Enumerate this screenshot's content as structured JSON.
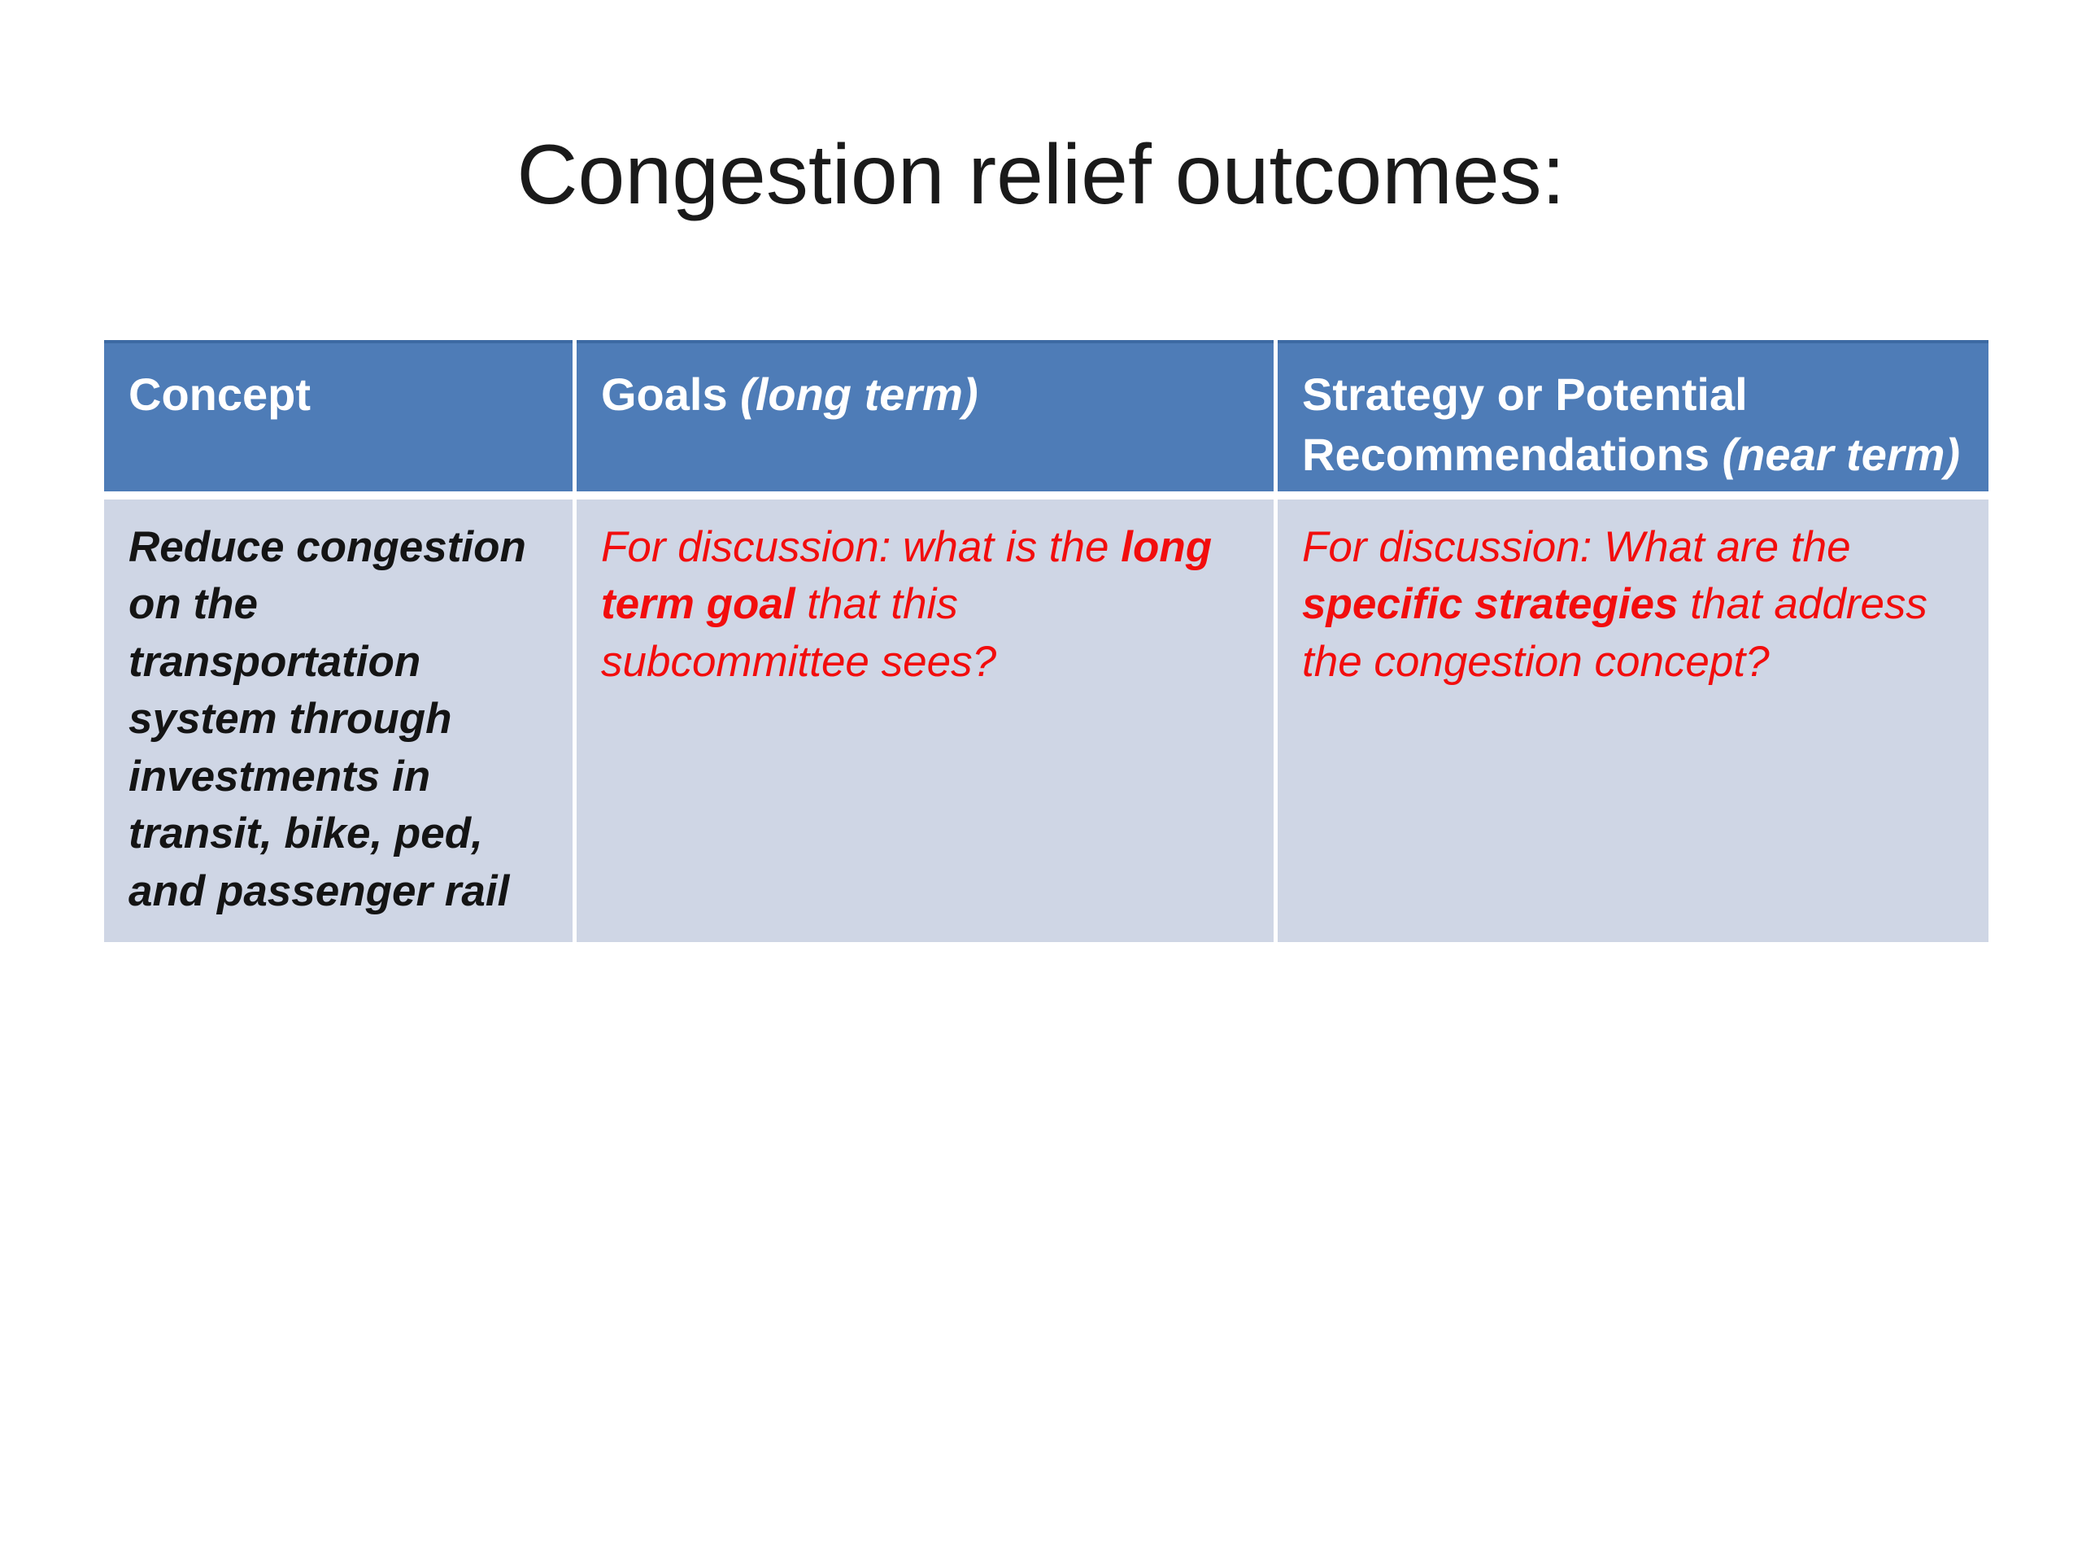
{
  "title": "Congestion relief outcomes:",
  "colors": {
    "header_bg": "#4E7CB7",
    "header_border_top": "#3D6AA3",
    "body_bg": "#CFD6E5",
    "red": "#F20D0D"
  },
  "table": {
    "headers": [
      {
        "label": "Concept",
        "note": ""
      },
      {
        "label": "Goals",
        "note": " (long term)"
      },
      {
        "label": "Strategy or Potential Recommendations",
        "note": " (near term)"
      }
    ],
    "row": {
      "concept": "Reduce congestion on the transportation system through investments in transit, bike, ped, and passenger rail",
      "goals": {
        "lead": "For discussion: what is the ",
        "emph": "long term goal",
        "tail": " that this subcommittee sees?"
      },
      "strategy": {
        "lead": "For discussion: What are the ",
        "emph": "specific strategies",
        "tail": " that address the congestion concept?"
      }
    }
  }
}
